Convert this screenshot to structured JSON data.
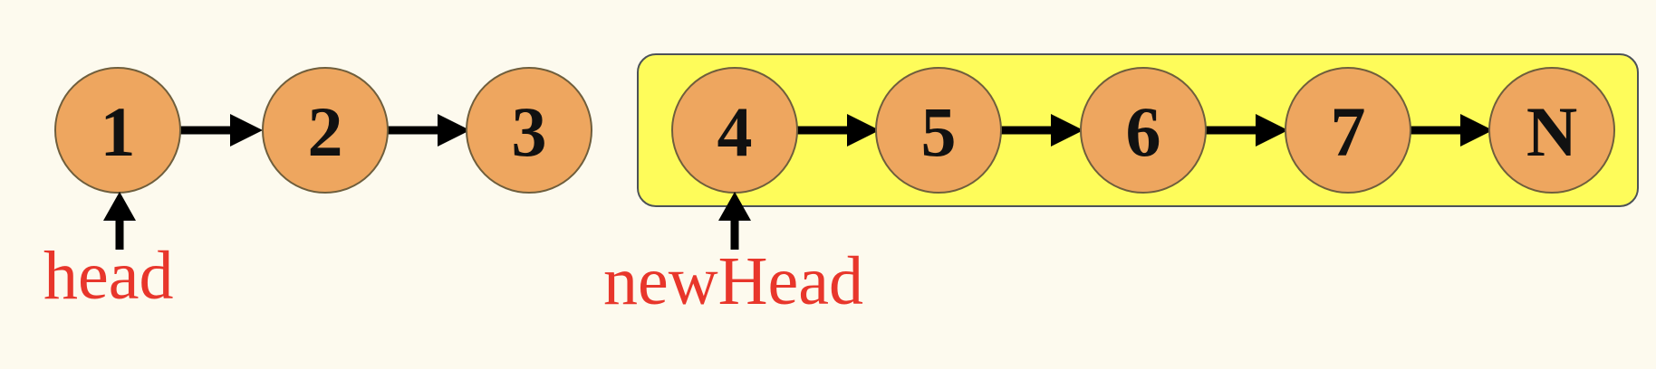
{
  "diagram": {
    "nodes": [
      {
        "label": "1"
      },
      {
        "label": "2"
      },
      {
        "label": "3"
      },
      {
        "label": "4"
      },
      {
        "label": "5"
      },
      {
        "label": "6"
      },
      {
        "label": "7"
      },
      {
        "label": "N"
      }
    ],
    "pointers": {
      "head": {
        "label": "head"
      },
      "new_head": {
        "label": "newHead"
      }
    },
    "colors": {
      "background": "#fdfaee",
      "node_fill": "#eea65f",
      "highlight_fill": "#fefc5a",
      "pointer_text": "#e8362b",
      "arrow": "#000000"
    }
  }
}
